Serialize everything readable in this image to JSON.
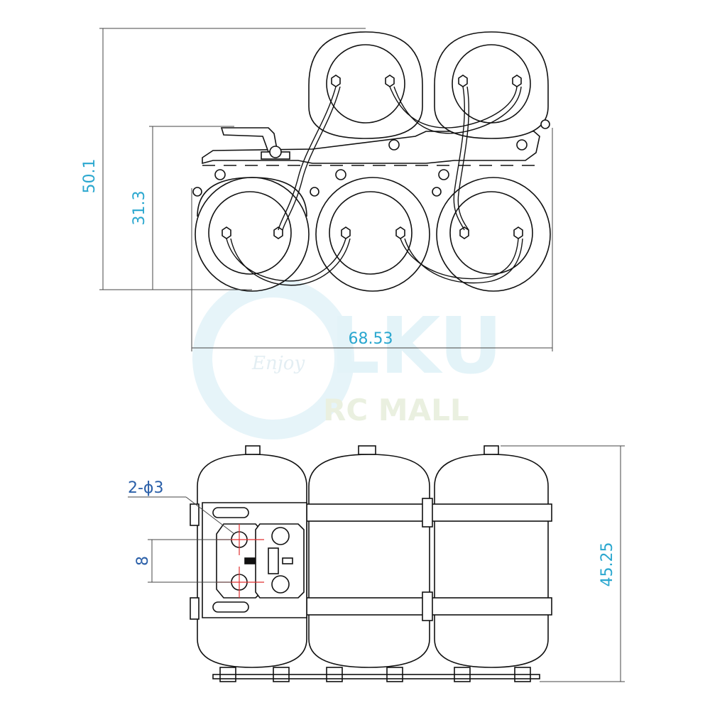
{
  "watermark": {
    "brand": "LKU",
    "sub": "RC MALL",
    "script": "Enjoy",
    "color": "#e3f3f8"
  },
  "dimensions": {
    "top_height_total": "50.1",
    "top_height_inner": "31.3",
    "top_width": "68.53",
    "bottom_height": "45.25",
    "hole_label": "2-ϕ3",
    "hole_spacing": "8"
  },
  "colors": {
    "dimension": "#2aa7cf",
    "hole_dim": "#2a5fa8",
    "centerline": "#e03030",
    "line": "#111111"
  }
}
